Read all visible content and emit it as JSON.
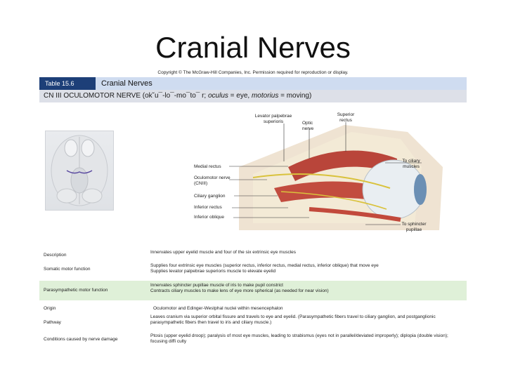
{
  "slide": {
    "title": "Cranial Nerves",
    "copyright": "Copyright © The McGraw-Hill Companies, Inc. Permission required for reproduction or display."
  },
  "table": {
    "number": "Table 15.6",
    "title": "Cranial Nerves",
    "nerve_heading": {
      "prefix": "CN III OCULOMOTOR NERVE (ok˘u¯-lo¯-mo¯to¯ r; ",
      "term1": "oculus",
      "mid": " = eye, ",
      "term2": "motorius",
      "suffix": " = moving)"
    }
  },
  "figure": {
    "labels": {
      "levator": "Levator palpebrae superioris",
      "optic": "Optic nerve",
      "superior_rectus": "Superior rectus",
      "medial_rectus": "Medial rectus",
      "to_ciliary": "To ciliary muscles",
      "oculomotor": "Oculomotor nerve (CNIII)",
      "ciliary_ganglion": "Ciliary ganglion",
      "inferior_rectus": "Inferior rectus",
      "inferior_oblique": "Inferior oblique",
      "to_sphincter": "To sphincter pupillae"
    }
  },
  "rows": [
    {
      "label": "Description",
      "text": "Innervates upper eyelid muscle and four of the six extrinsic eye muscles"
    },
    {
      "label": "Somatic motor function",
      "text": "Supplies four extrinsic eye muscles (superior rectus, inferior rectus, medial rectus, inferior oblique) that move eye\nSupplies levator palpebrae superioris muscle to elevate eyelid"
    },
    {
      "label": "Parasympathetic motor function",
      "text": "Innervates sphincter pupillae muscle of iris to make pupil constrict\nContracts ciliary muscles to make lens of eye more spherical (as needed for near vision)"
    },
    {
      "label": "Origin",
      "text": "Oculomotor and Edinger-Westphal nuclei within mesencephalon"
    },
    {
      "label": "Pathway",
      "text": "Leaves cranium via superior orbital fissure and travels to eye and eyelid. (Parasympathetic fibers travel to ciliary ganglion, and postganglionic parasympathetic fibers then travel to iris and ciliary muscle.)"
    },
    {
      "label": "Conditions caused by nerve damage",
      "text": "Ptosis (upper eyelid droop); paralysis of most eye muscles, leading to strabismus (eyes not in parallel/deviated improperly); diplopia (double vision); focusing diffi culty"
    }
  ]
}
